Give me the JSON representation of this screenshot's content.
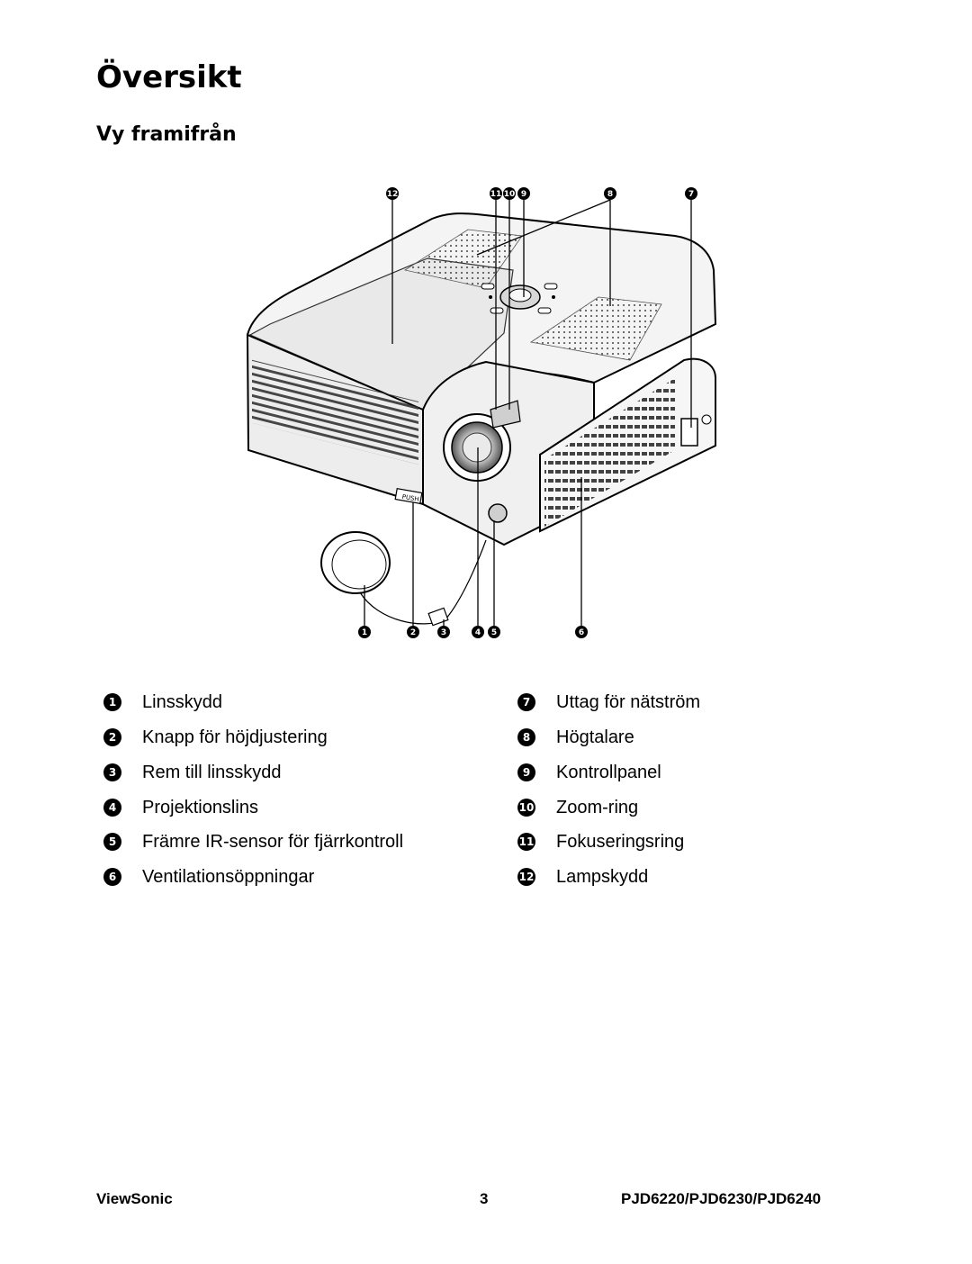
{
  "page": {
    "title": "Översikt",
    "section_title": "Vy framifrån"
  },
  "callouts": {
    "top": [
      "12",
      "11",
      "10",
      "9",
      "8",
      "7"
    ],
    "bottom": [
      "1",
      "2",
      "3",
      "4",
      "5",
      "6"
    ]
  },
  "projector_labels": {
    "push_button": "PUSH"
  },
  "legend": [
    {
      "num": "1",
      "label": "Linsskydd"
    },
    {
      "num": "2",
      "label": "Knapp för höjdjustering"
    },
    {
      "num": "3",
      "label": "Rem till linsskydd"
    },
    {
      "num": "4",
      "label": "Projektionslins"
    },
    {
      "num": "5",
      "label": "Främre IR-sensor för fjärrkontroll"
    },
    {
      "num": "6",
      "label": "Ventilationsöppningar"
    },
    {
      "num": "7",
      "label": "Uttag för nätström"
    },
    {
      "num": "8",
      "label": "Högtalare"
    },
    {
      "num": "9",
      "label": "Kontrollpanel"
    },
    {
      "num": "10",
      "label": "Zoom-ring"
    },
    {
      "num": "11",
      "label": "Fokuseringsring"
    },
    {
      "num": "12",
      "label": "Lampskydd"
    }
  ],
  "footer": {
    "brand": "ViewSonic",
    "page_number": "3",
    "models": "PJD6220/PJD6230/PJD6240"
  }
}
